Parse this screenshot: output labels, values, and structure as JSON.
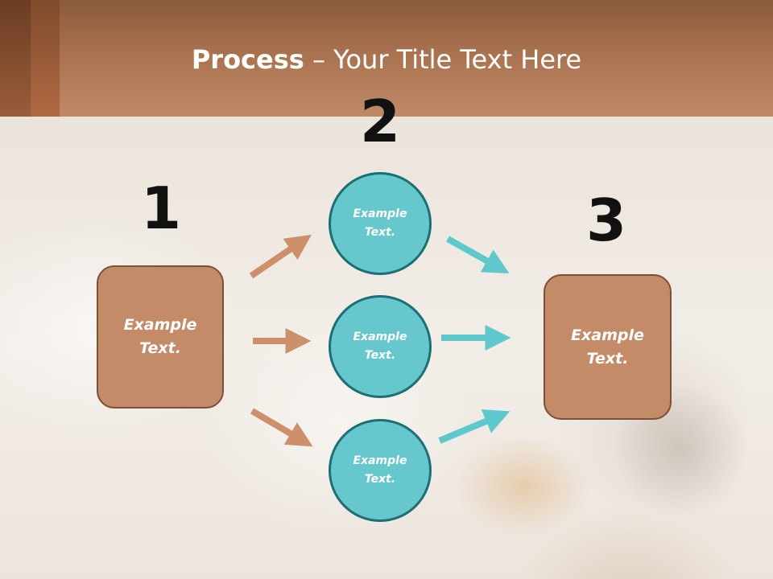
{
  "slide": {
    "title_bold": "Process",
    "title_rest": " – Your Title Text Here"
  },
  "steps": [
    {
      "number": "1"
    },
    {
      "number": "2"
    },
    {
      "number": "3"
    }
  ],
  "left_box": {
    "text": "Example\nText."
  },
  "right_box": {
    "text": "Example\nText."
  },
  "circles": [
    {
      "text": "Example\nText."
    },
    {
      "text": "Example\nText."
    },
    {
      "text": "Example\nText."
    }
  ],
  "colors": {
    "header": "#a9724f",
    "box_fill": "#c48b68",
    "box_border": "#7a5038",
    "circle_fill": "#66c8cc",
    "circle_border": "#1b6f75",
    "arrow_brown": "#cd906b",
    "arrow_teal": "#5ec8cc"
  }
}
